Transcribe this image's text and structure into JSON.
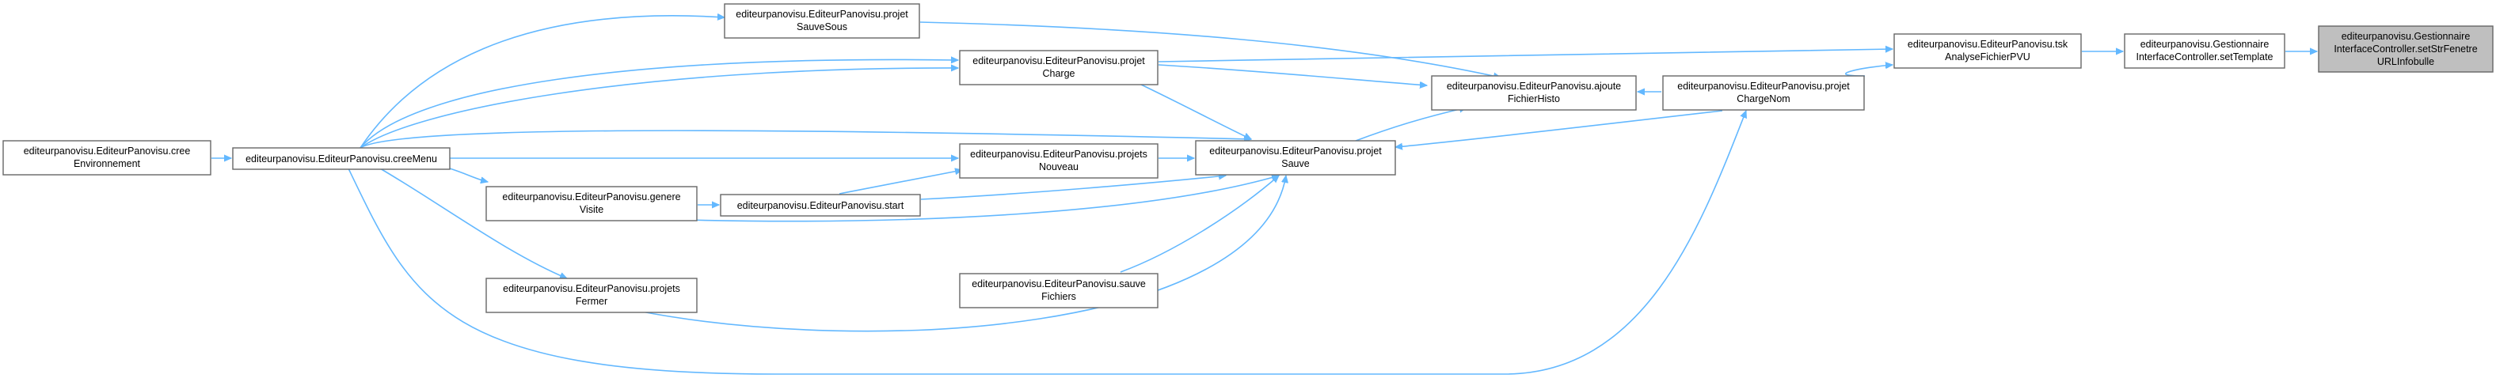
{
  "graph": {
    "title": "",
    "colors": {
      "edge": "#63b8ff",
      "node_border": "#666666",
      "node_fill": "#ffffff",
      "current_fill": "#bfbfbf"
    },
    "nodes": [
      {
        "id": "setStrFenetreURL",
        "lines": [
          "editeurpanovisu.Gestionnaire",
          "InterfaceController.setStrFenetre",
          "URLInfobulle"
        ],
        "current": true
      },
      {
        "id": "setTemplate",
        "lines": [
          "editeurpanovisu.Gestionnaire",
          "InterfaceController.setTemplate"
        ]
      },
      {
        "id": "tskAnalyse",
        "lines": [
          "editeurpanovisu.EditeurPanovisu.tsk",
          "AnalyseFichierPVU"
        ]
      },
      {
        "id": "projetChargeNom",
        "lines": [
          "editeurpanovisu.EditeurPanovisu.projet",
          "ChargeNom"
        ]
      },
      {
        "id": "ajouteFichierHisto",
        "lines": [
          "editeurpanovisu.EditeurPanovisu.ajoute",
          "FichierHisto"
        ]
      },
      {
        "id": "projetSauveSous",
        "lines": [
          "editeurpanovisu.EditeurPanovisu.projet",
          "SauveSous"
        ]
      },
      {
        "id": "projetCharge",
        "lines": [
          "editeurpanovisu.EditeurPanovisu.projet",
          "Charge"
        ]
      },
      {
        "id": "projetSauve",
        "lines": [
          "editeurpanovisu.EditeurPanovisu.projet",
          "Sauve"
        ]
      },
      {
        "id": "projetsNouveau",
        "lines": [
          "editeurpanovisu.EditeurPanovisu.projets",
          "Nouveau"
        ]
      },
      {
        "id": "start",
        "lines": [
          "editeurpanovisu.EditeurPanovisu.start"
        ]
      },
      {
        "id": "genereVisite",
        "lines": [
          "editeurpanovisu.EditeurPanovisu.genere",
          "Visite"
        ]
      },
      {
        "id": "projetsFermer",
        "lines": [
          "editeurpanovisu.EditeurPanovisu.projets",
          "Fermer"
        ]
      },
      {
        "id": "sauveFichiers",
        "lines": [
          "editeurpanovisu.EditeurPanovisu.sauve",
          "Fichiers"
        ]
      },
      {
        "id": "creeMenu",
        "lines": [
          "editeurpanovisu.EditeurPanovisu.creeMenu"
        ]
      },
      {
        "id": "creeEnvironnement",
        "lines": [
          "editeurpanovisu.EditeurPanovisu.cree",
          "Environnement"
        ]
      }
    ]
  }
}
